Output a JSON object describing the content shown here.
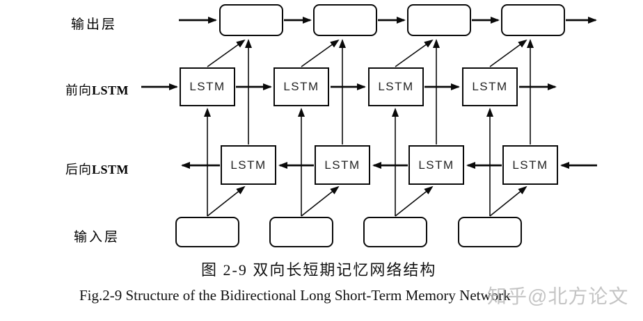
{
  "colors": {
    "background": "#ffffff",
    "line": "#0a0a0a",
    "box_border": "#0a0a0a",
    "lstm_text": "#222222",
    "watermark": "#bababa"
  },
  "row_labels": {
    "output": "输出层",
    "forward_prefix": "前向",
    "forward_bold": "LSTM",
    "backward_prefix": "后向",
    "backward_bold": "LSTM",
    "input": "输入层"
  },
  "network": {
    "forward_cells": [
      {
        "label": "LSTM"
      },
      {
        "label": "LSTM"
      },
      {
        "label": "LSTM"
      },
      {
        "label": "LSTM"
      }
    ],
    "backward_cells": [
      {
        "label": "LSTM"
      },
      {
        "label": "LSTM"
      },
      {
        "label": "LSTM"
      },
      {
        "label": "LSTM"
      }
    ]
  },
  "captions": {
    "zh": "图 2-9 双向长短期记忆网络结构",
    "en": "Fig.2-9 Structure of the Bidirectional Long Short-Term Memory Network"
  },
  "watermark_text": "知乎@北方论文"
}
